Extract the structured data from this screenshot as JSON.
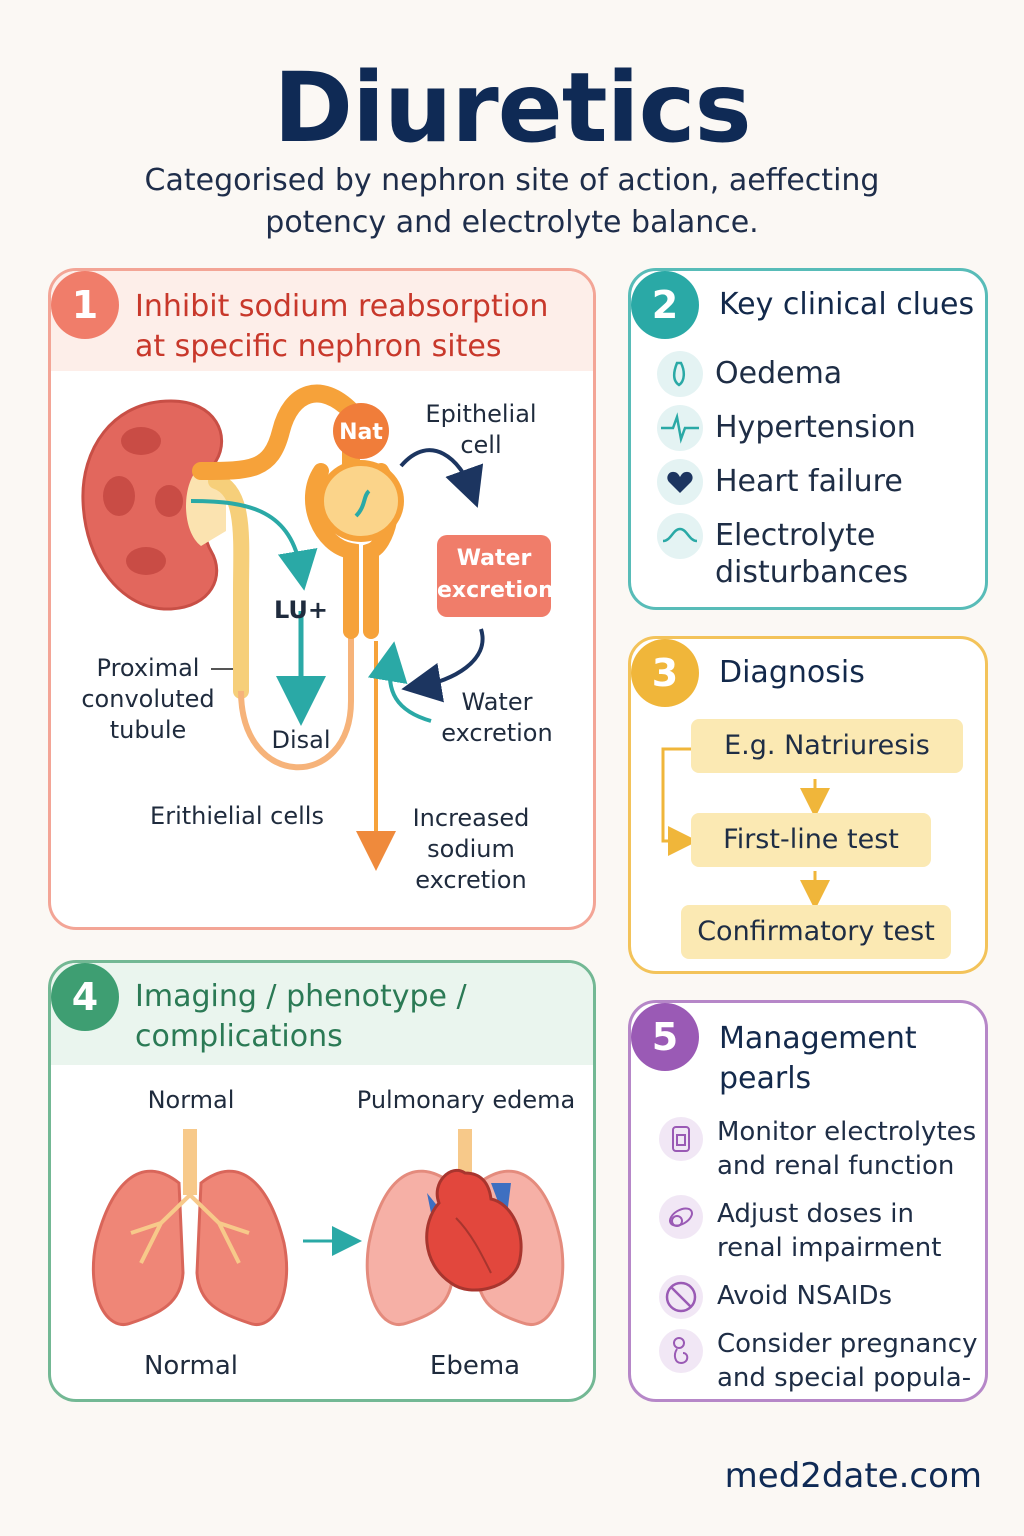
{
  "header": {
    "title": "Diuretics",
    "subtitle_line1": "Categorised by nephron site of action,  aeffecting",
    "subtitle_line2": "potency and electrolyte balance."
  },
  "panel1": {
    "number": "1",
    "title_line1": "Inhibit sodium reabsorption",
    "title_line2": "at specific nephron sites",
    "labels": {
      "nat": "Nat",
      "epithelial_1": "Epithelial",
      "epithelial_2": "cell",
      "water_box_1": "Water",
      "water_box_2": "excretion",
      "lu": "LU+",
      "proximal_1": "Proximal",
      "proximal_2": "convoluted",
      "proximal_3": "tubule",
      "disal": "Disal",
      "water_exc_1": "Water",
      "water_exc_2": "excretion",
      "erithielial": "Erithielial cells",
      "increased_1": "Increased",
      "increased_2": "sodium",
      "increased_3": "excretion"
    }
  },
  "panel2": {
    "number": "2",
    "title": "Key clinical clues",
    "items": [
      {
        "label": "Oedema",
        "icon": "oedema-icon"
      },
      {
        "label": "Hypertension",
        "icon": "pulse-icon"
      },
      {
        "label": "Heart failure",
        "icon": "heart-icon"
      },
      {
        "label": "Electrolyte",
        "label2": "disturbances",
        "icon": "wave-icon"
      }
    ]
  },
  "panel3": {
    "number": "3",
    "title": "Diagnosis",
    "steps": [
      "E.g. Natriuresis",
      "First-line test",
      "Confirmatory test"
    ]
  },
  "panel4": {
    "number": "4",
    "title_line1": "Imaging / phenotype /",
    "title_line2": "complications",
    "top_left": "Normal",
    "top_right": "Pulmonary edema",
    "bottom_left": "Normal",
    "bottom_right": "Ebema"
  },
  "panel5": {
    "number": "5",
    "title_line1": "Management",
    "title_line2": "pearls",
    "items": [
      {
        "line1": "Monitor electrolytes",
        "line2": "and renal function",
        "icon": "monitor-icon"
      },
      {
        "line1": "Adjust doses in",
        "line2": "renal impairment",
        "icon": "pill-icon"
      },
      {
        "line1": "Avoid NSAIDs",
        "line2": "",
        "icon": "no-nsaid-icon"
      },
      {
        "line1": "Consider pregnancy",
        "line2": "and special popula-",
        "icon": "pregnancy-icon"
      }
    ]
  },
  "colors": {
    "panel1": "#f07d6a",
    "panel2": "#2aa9a6",
    "panel3": "#f0b63a",
    "panel4": "#3e9e72",
    "panel5": "#9a5ab5",
    "title": "#0f2a55"
  },
  "footer": "med2date.com"
}
